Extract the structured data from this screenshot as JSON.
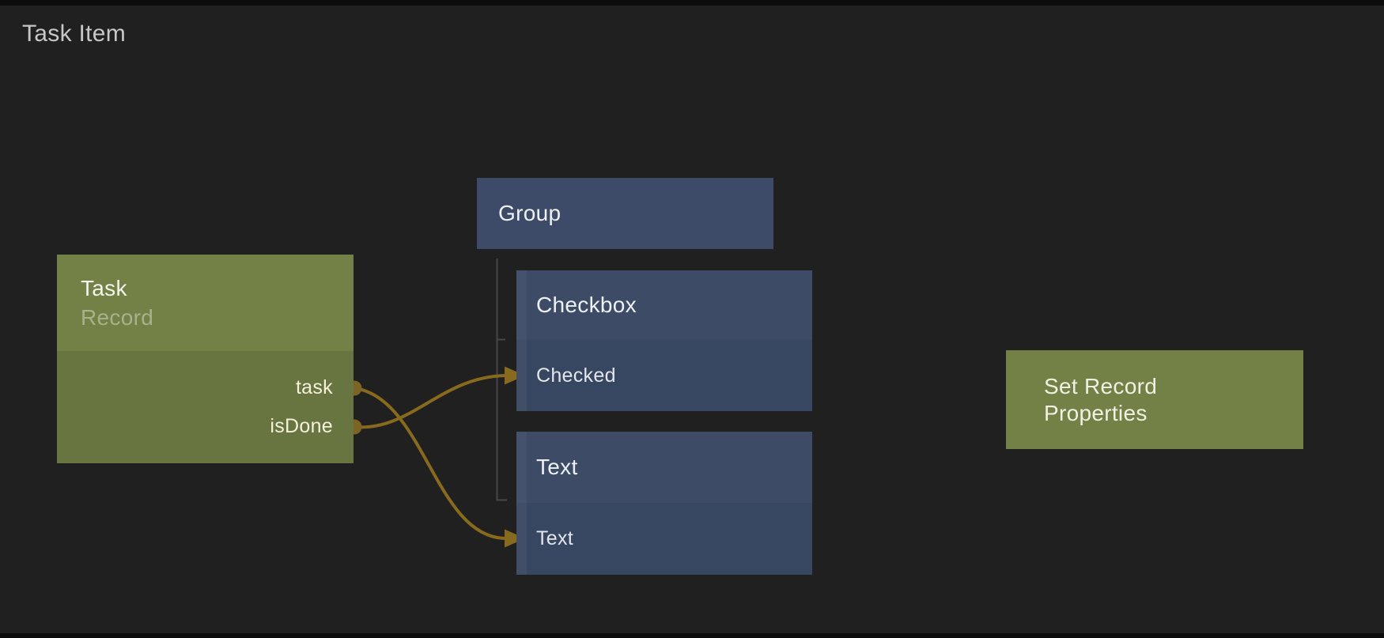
{
  "header": {
    "title": "Task Item"
  },
  "colors": {
    "background": "#202020",
    "letterbox": "#0c0c0c",
    "green_node_header": "#738046",
    "green_node_body": "#697540",
    "blue_node_header": "#3d4b67",
    "blue_node_body": "#384761",
    "group_node": "#3d4b68",
    "wire": "#876a1d",
    "port_dot": "#7d6424",
    "group_connector_line": "#474747",
    "page_title_text": "#c7c7c7"
  },
  "nodes": {
    "task": {
      "title": "Task",
      "subtitle": "Record",
      "outputs": [
        {
          "label": "task"
        },
        {
          "label": "isDone"
        }
      ]
    },
    "group": {
      "title": "Group"
    },
    "checkbox": {
      "title": "Checkbox",
      "inputs": [
        {
          "label": "Checked"
        }
      ]
    },
    "text": {
      "title": "Text",
      "inputs": [
        {
          "label": "Text"
        }
      ]
    },
    "set_record_properties": {
      "title": "Set Record Properties"
    }
  },
  "group_children": [
    "Checkbox",
    "Text"
  ],
  "connections": [
    {
      "from": "Task.task",
      "to": "Text.Text"
    },
    {
      "from": "Task.isDone",
      "to": "Checkbox.Checked"
    }
  ]
}
